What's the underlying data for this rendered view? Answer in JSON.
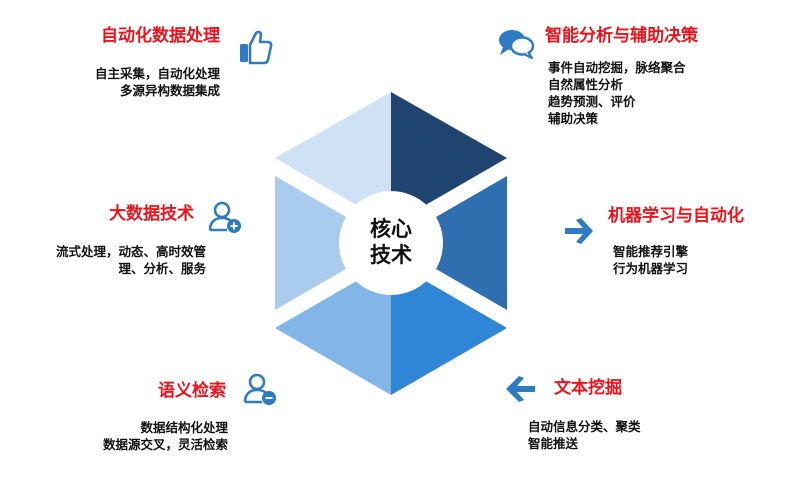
{
  "center": {
    "line1": "核心",
    "line2": "技术"
  },
  "blocks": [
    {
      "title": "自动化数据处理",
      "lines": [
        "自主采集，自动化处理",
        "多源异构数据集成"
      ],
      "icon": "thumbs-up-icon"
    },
    {
      "title": "智能分析与辅助决策",
      "lines": [
        "事件自动挖掘，脉络聚合",
        "自然属性分析",
        "趋势预测、评价",
        "辅助决策"
      ],
      "icon": "chat-bubbles-icon"
    },
    {
      "title": "大数据技术",
      "lines": [
        "流式处理，动态、高时效管",
        "理、分析、服务"
      ],
      "icon": "user-add-icon"
    },
    {
      "title": "机器学习与自动化",
      "lines": [
        "智能推荐引擎",
        "行为机器学习"
      ],
      "icon": "arrow-right-icon"
    },
    {
      "title": "语义检索",
      "lines": [
        "数据结构化处理",
        "数据源交叉，灵活检索"
      ],
      "icon": "user-remove-icon"
    },
    {
      "title": "文本挖掘",
      "lines": [
        "自动信息分类、聚类",
        "智能推送"
      ],
      "icon": "arrow-left-icon"
    }
  ],
  "colors": {
    "title": "#f0121b",
    "icon": "#2e7bc4",
    "seg_top_left": "#cfe2f5",
    "seg_top_right": "#1e446f",
    "seg_mid_left": "#a9cbee",
    "seg_mid_right": "#2f6fb0",
    "seg_bot_left": "#82b5e8",
    "seg_bot_right": "#2f86d6"
  }
}
